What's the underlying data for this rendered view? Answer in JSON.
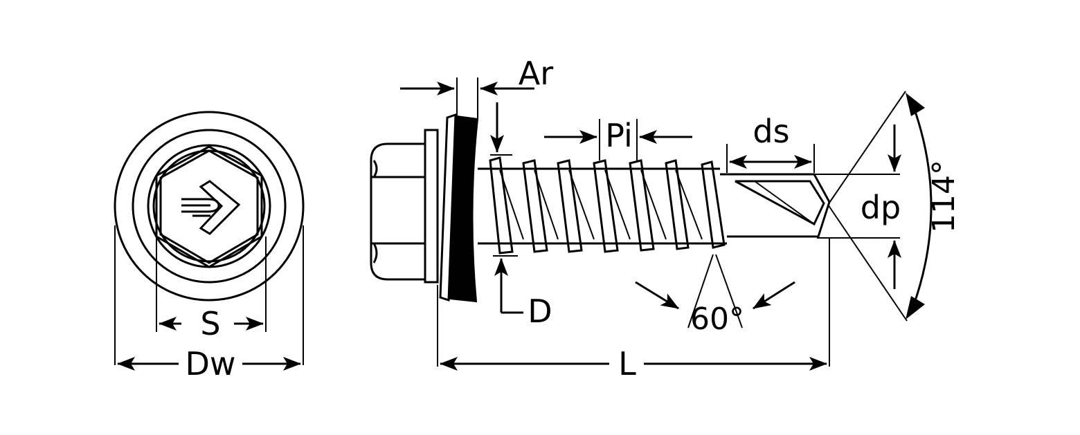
{
  "diagram": {
    "labels": {
      "S": "S",
      "Dw": "Dw",
      "Ar": "Ar",
      "Pi": "Pi",
      "D": "D",
      "ds": "ds",
      "dp": "dp",
      "L": "L",
      "angle_60": "60°",
      "angle_114": "114°"
    }
  }
}
